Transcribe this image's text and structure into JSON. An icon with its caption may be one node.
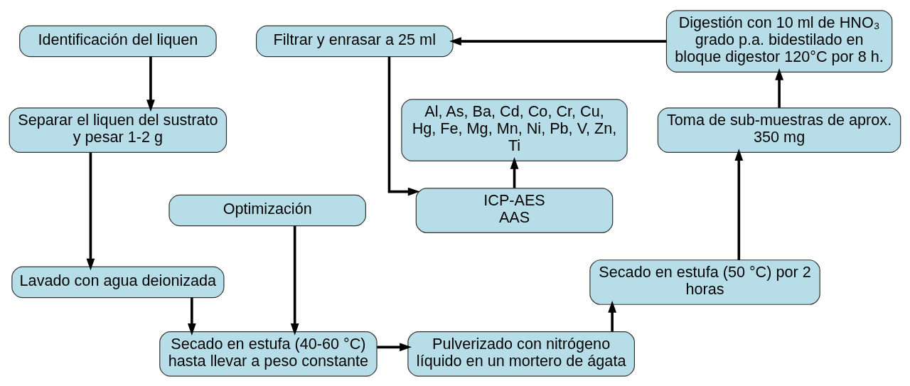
{
  "diagram": {
    "nodes": [
      {
        "text": [
          "Identificación del liquen"
        ]
      },
      {
        "text": [
          "Separar el liquen del sustrato y pesar 1-2 g"
        ]
      },
      {
        "text": [
          "Lavado con agua deionizada"
        ]
      },
      {
        "text": [
          "Optimización"
        ]
      },
      {
        "text": [
          "Secado en estufa (40-60 °C) hasta llevar a peso constante"
        ]
      },
      {
        "text": [
          "Pulverizado con nitrógeno líquido en un mortero de ágata"
        ]
      },
      {
        "text": [
          "Secado en estufa (50 °C) por 2 horas"
        ]
      },
      {
        "text": [
          "Toma de sub-muestras de aprox. 350 mg"
        ]
      },
      {
        "text": [
          "Digestión con 10 ml de HNO₃ grado p.a. bidestilado en bloque digestor 120°C por 8 h."
        ]
      },
      {
        "text": [
          "Filtrar y enrasar a 25 ml"
        ]
      },
      {
        "text": [
          "ICP-AES",
          "AAS"
        ]
      },
      {
        "text": [
          "Al, As, Ba, Cd, Co, Cr, Cu, Hg, Fe, Mg, Mn, Ni, Pb, V, Zn, Ti"
        ]
      }
    ],
    "edges": [
      {
        "from": 0,
        "to": 1,
        "arrow": "to"
      },
      {
        "from": 1,
        "to": 2,
        "arrow": "to"
      },
      {
        "from": 2,
        "to": 4,
        "arrow": "to"
      },
      {
        "from": 3,
        "to": 4,
        "arrow": "to"
      },
      {
        "from": 4,
        "to": 5,
        "arrow": "to"
      },
      {
        "from": 5,
        "to": 6,
        "arrow": "to"
      },
      {
        "from": 6,
        "to": 7,
        "arrow": "to"
      },
      {
        "from": 7,
        "to": 8,
        "arrow": "to"
      },
      {
        "from": 8,
        "to": 9,
        "arrow": "to"
      },
      {
        "from": 9,
        "to": 10,
        "arrow": "to"
      },
      {
        "from": 10,
        "to": 11,
        "arrow": "to"
      }
    ]
  }
}
